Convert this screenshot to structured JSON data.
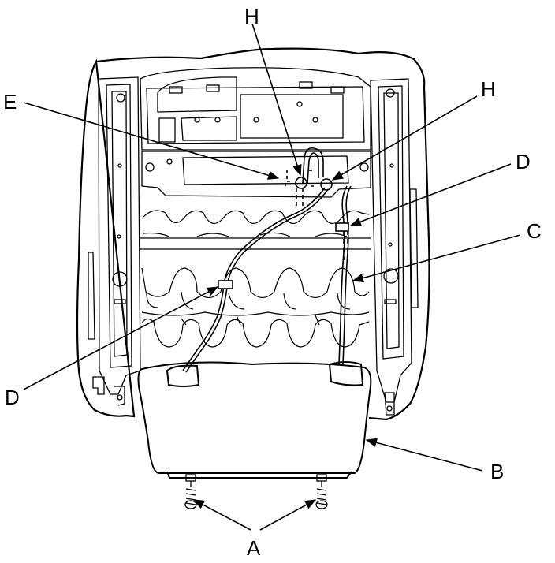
{
  "labels": {
    "A": "A",
    "B": "B",
    "C": "C",
    "D_upper": "D",
    "D_lower": "D",
    "E": "E",
    "H_left": "H",
    "H_right": "H"
  }
}
